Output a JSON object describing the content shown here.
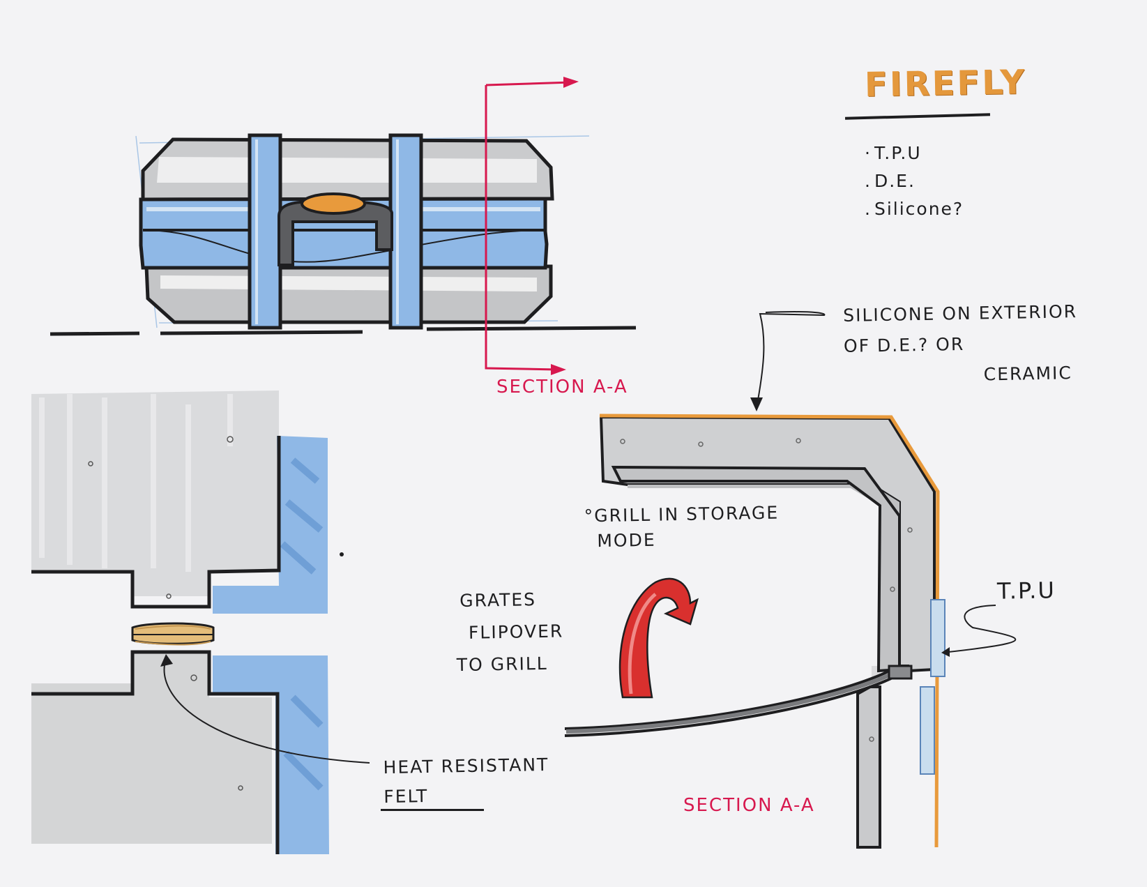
{
  "title": "FireFly",
  "materials": [
    {
      "bullet": "·",
      "text": "T.P.U"
    },
    {
      "bullet": ".",
      "text": "D.E."
    },
    {
      "bullet": ".",
      "text": "Silicone?"
    }
  ],
  "callouts": {
    "silicone_note": [
      "Silicone on exterior",
      "of D.E.? or",
      "Ceramic"
    ],
    "grill_note": [
      "°Grill in storage",
      "Mode"
    ],
    "grates_note": [
      "Grates",
      "Flipover",
      "to Grill"
    ],
    "tpu_note": "T.P.U",
    "felt_note": [
      "Heat Resistant",
      "Felt"
    ]
  },
  "section_labels": {
    "top": "Section A-A",
    "bottom": "Section A-A"
  },
  "colors": {
    "blue_band": "#8fb8e6",
    "grey_body": "#c7c8ca",
    "orange_accent": "#e89a3c",
    "section_red": "#d7184e",
    "flip_arrow_red": "#d9302e",
    "felt_tan": "#e4bd7a",
    "tpu_light_blue": "#c9ddee",
    "ink": "#1e1e20"
  }
}
